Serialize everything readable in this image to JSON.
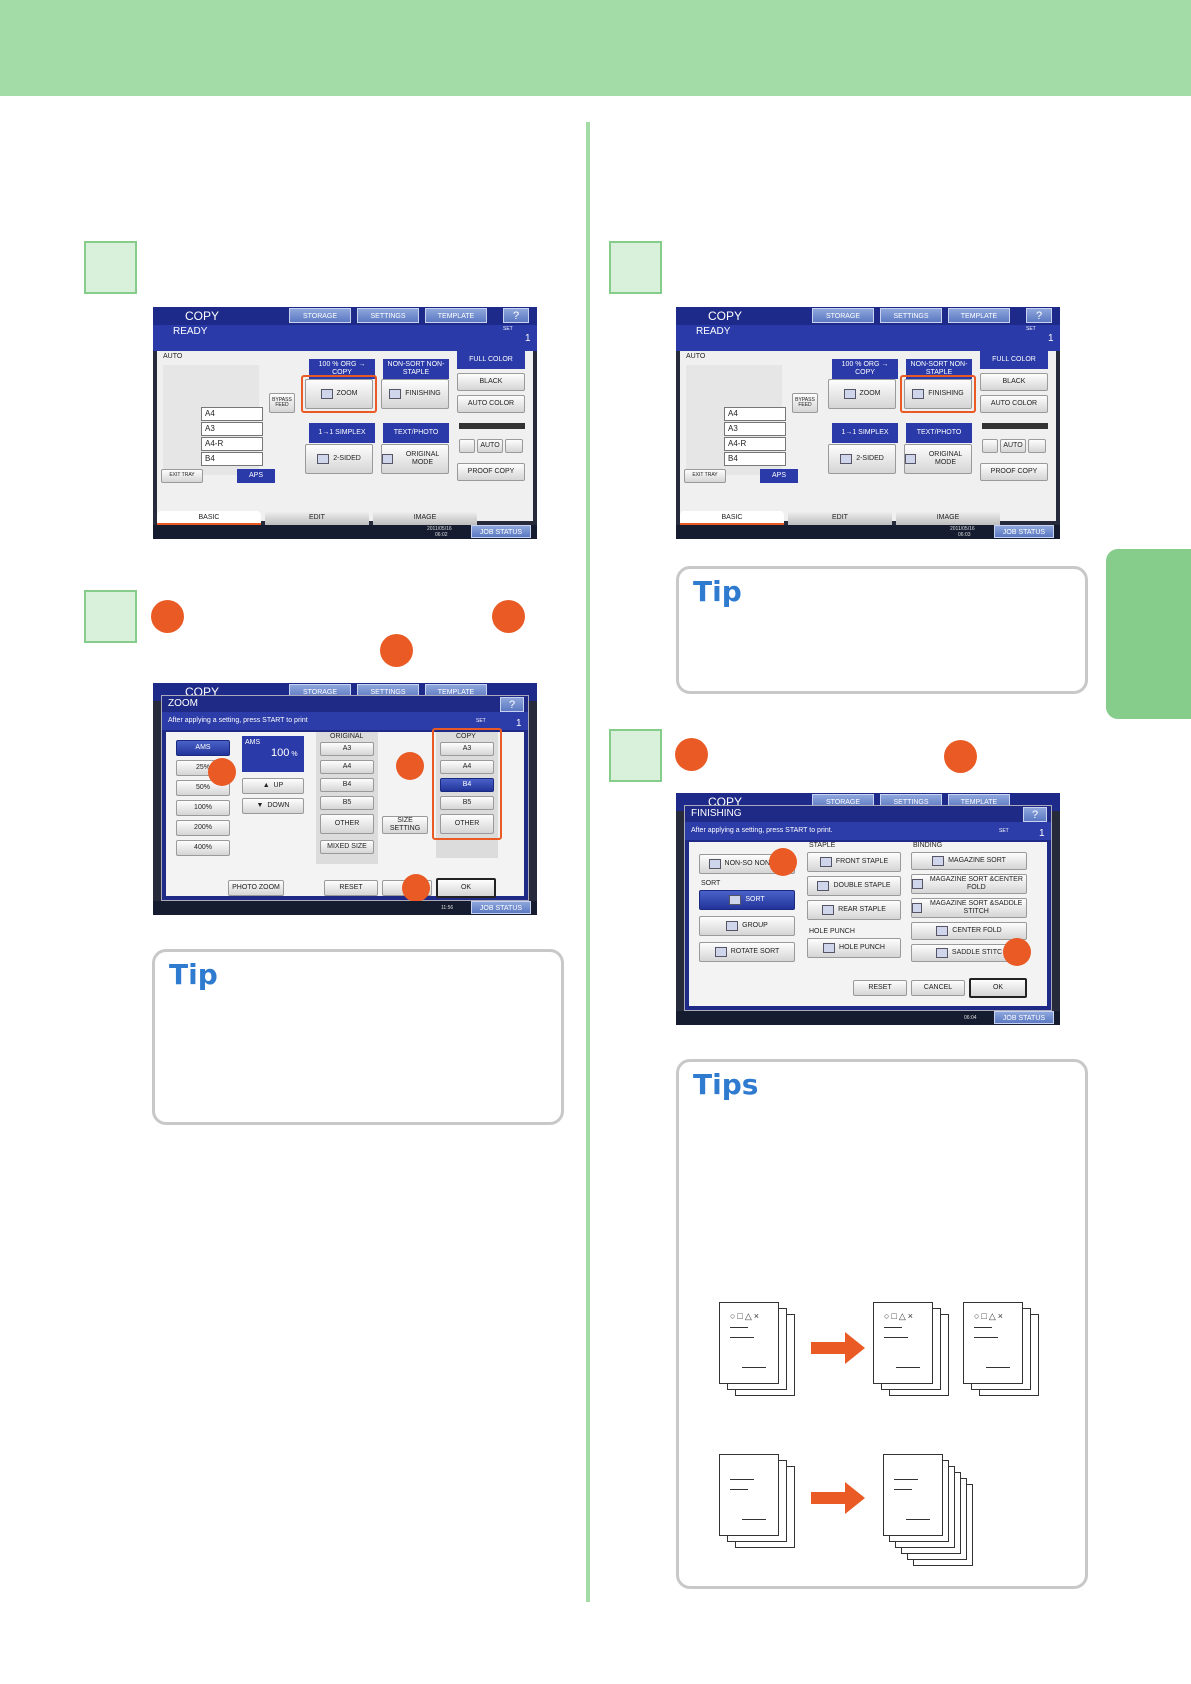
{
  "screen1": {
    "title": "COPY",
    "status": "READY",
    "menu": [
      "STORAGE",
      "SETTINGS",
      "TEMPLATE",
      "?"
    ],
    "set_label": "SET",
    "set_value": "1",
    "auto": "AUTO",
    "trays": [
      "A4",
      "A3",
      "A4-R",
      "B4"
    ],
    "bypass": "BYPASS FEED",
    "exit_tray": "EXIT TRAY",
    "aps": "APS",
    "ratio": "100 % ORG → COPY",
    "zoom": "ZOOM",
    "nonsort": "NON-SORT NON-STAPLE",
    "finishing": "FINISHING",
    "simplex": "1→1 SIMPLEX",
    "twosided": "2-SIDED",
    "textphoto": "TEXT/PHOTO",
    "original_mode": "ORIGINAL MODE",
    "full_color": "FULL COLOR",
    "black": "BLACK",
    "auto_color": "AUTO COLOR",
    "auto_btn": "AUTO",
    "proof_copy": "PROOF COPY",
    "tabs": [
      "BASIC",
      "EDIT",
      "IMAGE"
    ],
    "job_status": "JOB STATUS",
    "date1": "2011/05/16",
    "time1": "06:02"
  },
  "screen2": {
    "date": "2011/05/16",
    "time": "06:03"
  },
  "zoom_dialog": {
    "bg_title": "COPY",
    "title": "ZOOM",
    "help": "?",
    "instruction": "After applying a setting, press START to print",
    "set_label": "SET",
    "set_value": "1",
    "presets": [
      "AMS",
      "25%",
      "50%",
      "100%",
      "200%",
      "400%"
    ],
    "ams_label": "AMS",
    "ams_value": "100",
    "ams_unit": "%",
    "up": "UP",
    "down": "DOWN",
    "original_header": "ORIGINAL",
    "original_sizes": [
      "A3",
      "A4",
      "B4",
      "B5",
      "OTHER",
      "MIXED SIZE"
    ],
    "size_setting": "SIZE SETTING",
    "copy_header": "COPY",
    "copy_sizes": [
      "A3",
      "A4",
      "B4",
      "B5",
      "OTHER"
    ],
    "photo_zoom": "PHOTO ZOOM",
    "reset": "RESET",
    "cancel": "C",
    "ok": "OK",
    "job_status": "JOB STATUS",
    "time": "11:56"
  },
  "finishing_dialog": {
    "bg_title": "COPY",
    "title": "FINISHING",
    "help": "?",
    "instruction": "After applying a setting, press START to print.",
    "set_label": "SET",
    "set_value": "1",
    "nonsort": "NON-SO NON-STA",
    "sort_header": "SORT",
    "sort": "SORT",
    "group": "GROUP",
    "rotate_sort": "ROTATE SORT",
    "staple_header": "STAPLE",
    "front_staple": "FRONT STAPLE",
    "double_staple": "DOUBLE STAPLE",
    "rear_staple": "REAR STAPLE",
    "hole_punch_header": "HOLE PUNCH",
    "hole_punch": "HOLE PUNCH",
    "binding_header": "BINDING",
    "magazine_sort": "MAGAZINE SORT",
    "magazine_center": "MAGAZINE SORT &CENTER FOLD",
    "magazine_saddle": "MAGAZINE SORT &SADDLE STITCH",
    "center_fold": "CENTER FOLD",
    "saddle_stitch": "SADDLE STITC",
    "reset": "RESET",
    "cancel": "CANCEL",
    "ok": "OK",
    "job_status": "JOB STATUS",
    "time": "06:04"
  },
  "tips": {
    "tip1": "Tip",
    "tip2": "Tip",
    "tips3": "Tips",
    "symbols": "○□△×"
  },
  "colors": {
    "band": "#a4dca8",
    "accent": "#ea5a24",
    "tip_blue": "#2f7bd0"
  }
}
